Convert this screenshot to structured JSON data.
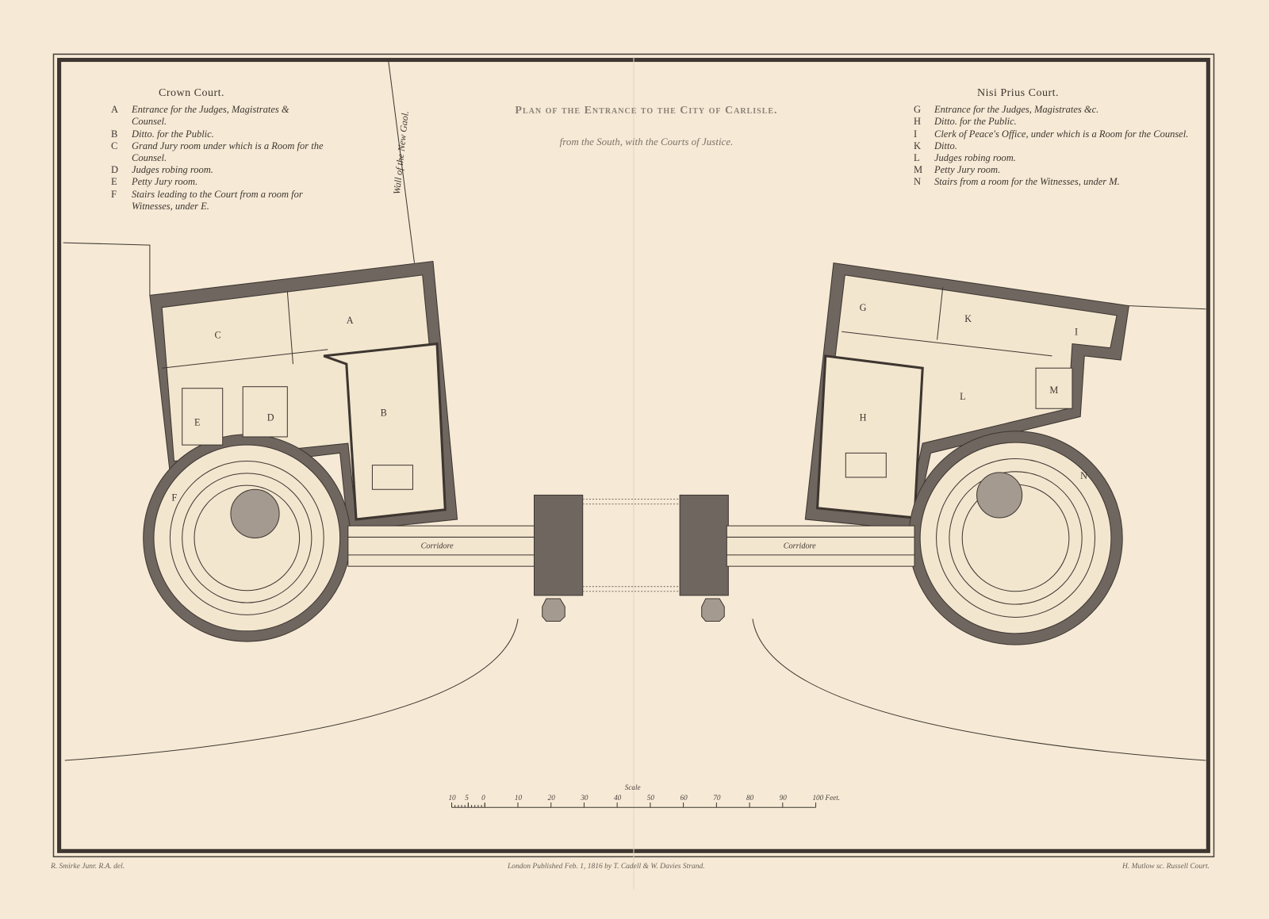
{
  "title": "Plan of the Entrance to the City of Carlisle.",
  "subtitle": "from the South, with the Courts of Justice.",
  "wall_label": "Wall of the New Gaol.",
  "corridor_label": "Corridore",
  "crown_court": {
    "heading": "Crown Court.",
    "items": [
      {
        "key": "A",
        "text": "Entrance for the Judges, Magistrates & Counsel."
      },
      {
        "key": "B",
        "text": "Ditto.   for the Public."
      },
      {
        "key": "C",
        "text": "Grand Jury room under which is a Room for the Counsel."
      },
      {
        "key": "D",
        "text": "Judges robing room."
      },
      {
        "key": "E",
        "text": "Petty Jury room."
      },
      {
        "key": "F",
        "text": "Stairs leading to the Court from a room for Witnesses, under E."
      }
    ]
  },
  "nisi_prius_court": {
    "heading": "Nisi Prius Court.",
    "items": [
      {
        "key": "G",
        "text": "Entrance for the Judges, Magistrates &c."
      },
      {
        "key": "H",
        "text": "Ditto.   for the Public."
      },
      {
        "key": "I",
        "text": "Clerk of Peace's Office, under which is a Room for the Counsel."
      },
      {
        "key": "K",
        "text": "Ditto."
      },
      {
        "key": "L",
        "text": "Judges robing room."
      },
      {
        "key": "M",
        "text": "Petty Jury room."
      },
      {
        "key": "N",
        "text": "Stairs from a room for the Witnesses, under M."
      }
    ]
  },
  "scale": {
    "label": "Scale",
    "ticks": [
      "10",
      "5",
      "0",
      "10",
      "20",
      "30",
      "40",
      "50",
      "60",
      "70",
      "80",
      "90",
      "100 Feet."
    ]
  },
  "footer": {
    "left": "R. Smirke Junr. R.A. del.",
    "center": "London Published Feb. 1, 1816 by T. Cadell & W. Davies Strand.",
    "right": "H. Mutlow sc. Russell Court."
  },
  "colors": {
    "paper": "#f6ead6",
    "ink": "#3e3630",
    "wall_fill": "#6e665f"
  }
}
